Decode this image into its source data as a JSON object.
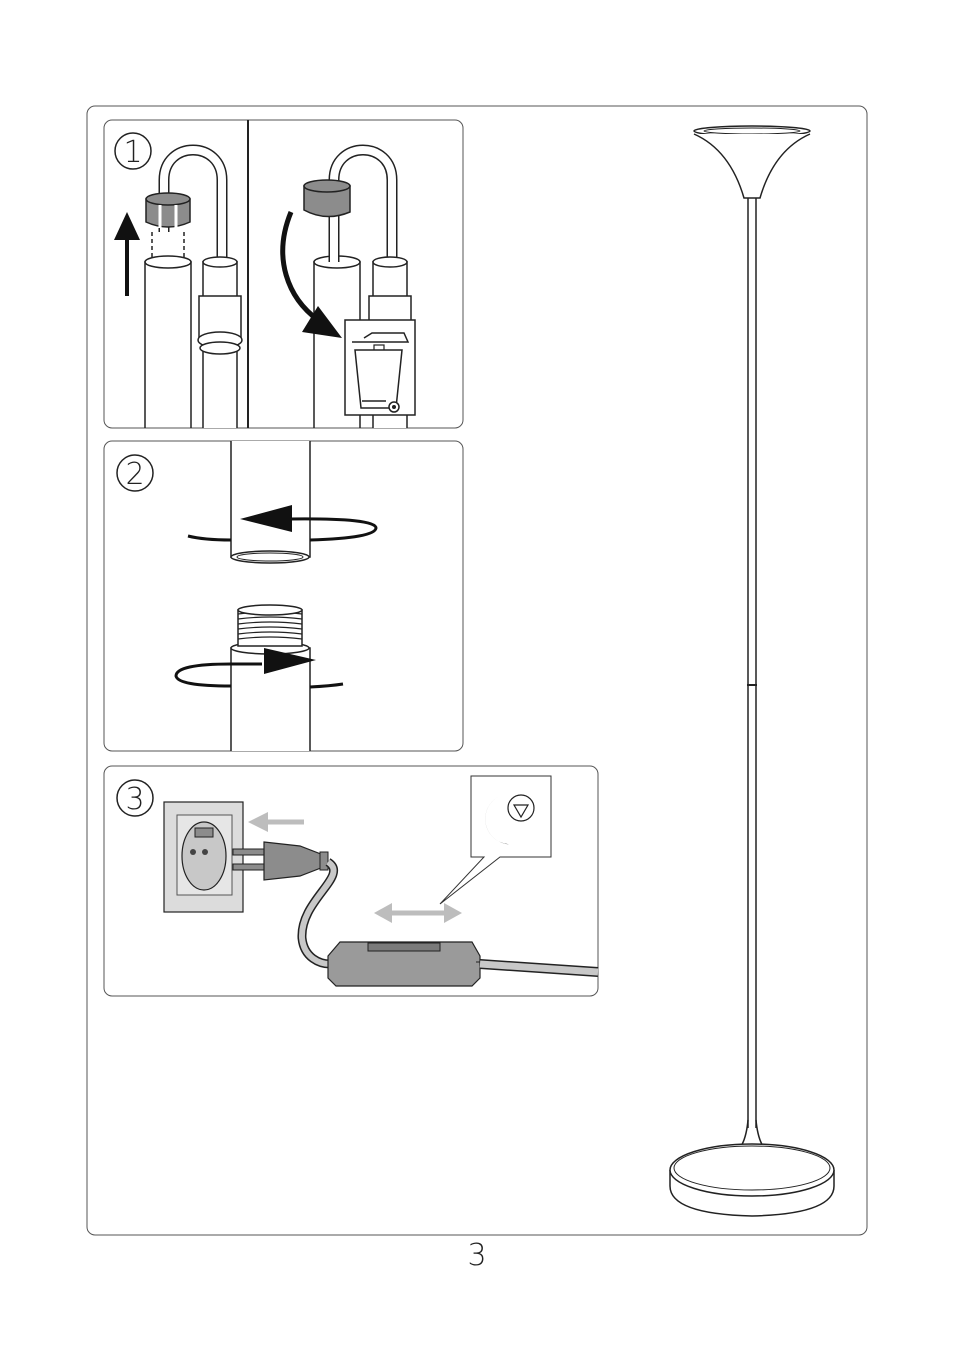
{
  "steps": [
    {
      "number": "1"
    },
    {
      "number": "2"
    },
    {
      "number": "3"
    }
  ],
  "page_number": "3",
  "icons": {
    "up_arrow": "arrow-up-icon",
    "curved_arrow": "curved-arrow-icon",
    "trash": "bin-icon",
    "rotate": "rotate-arrow-icon",
    "dimmer": "dimmer-icon",
    "plug": "plug-icon",
    "socket": "wall-socket-icon"
  },
  "colors": {
    "line": "#222222",
    "grey_fill": "#8c8c8c",
    "light_grey": "#c8c8c8",
    "arrow_grey": "#bdbdbd"
  }
}
